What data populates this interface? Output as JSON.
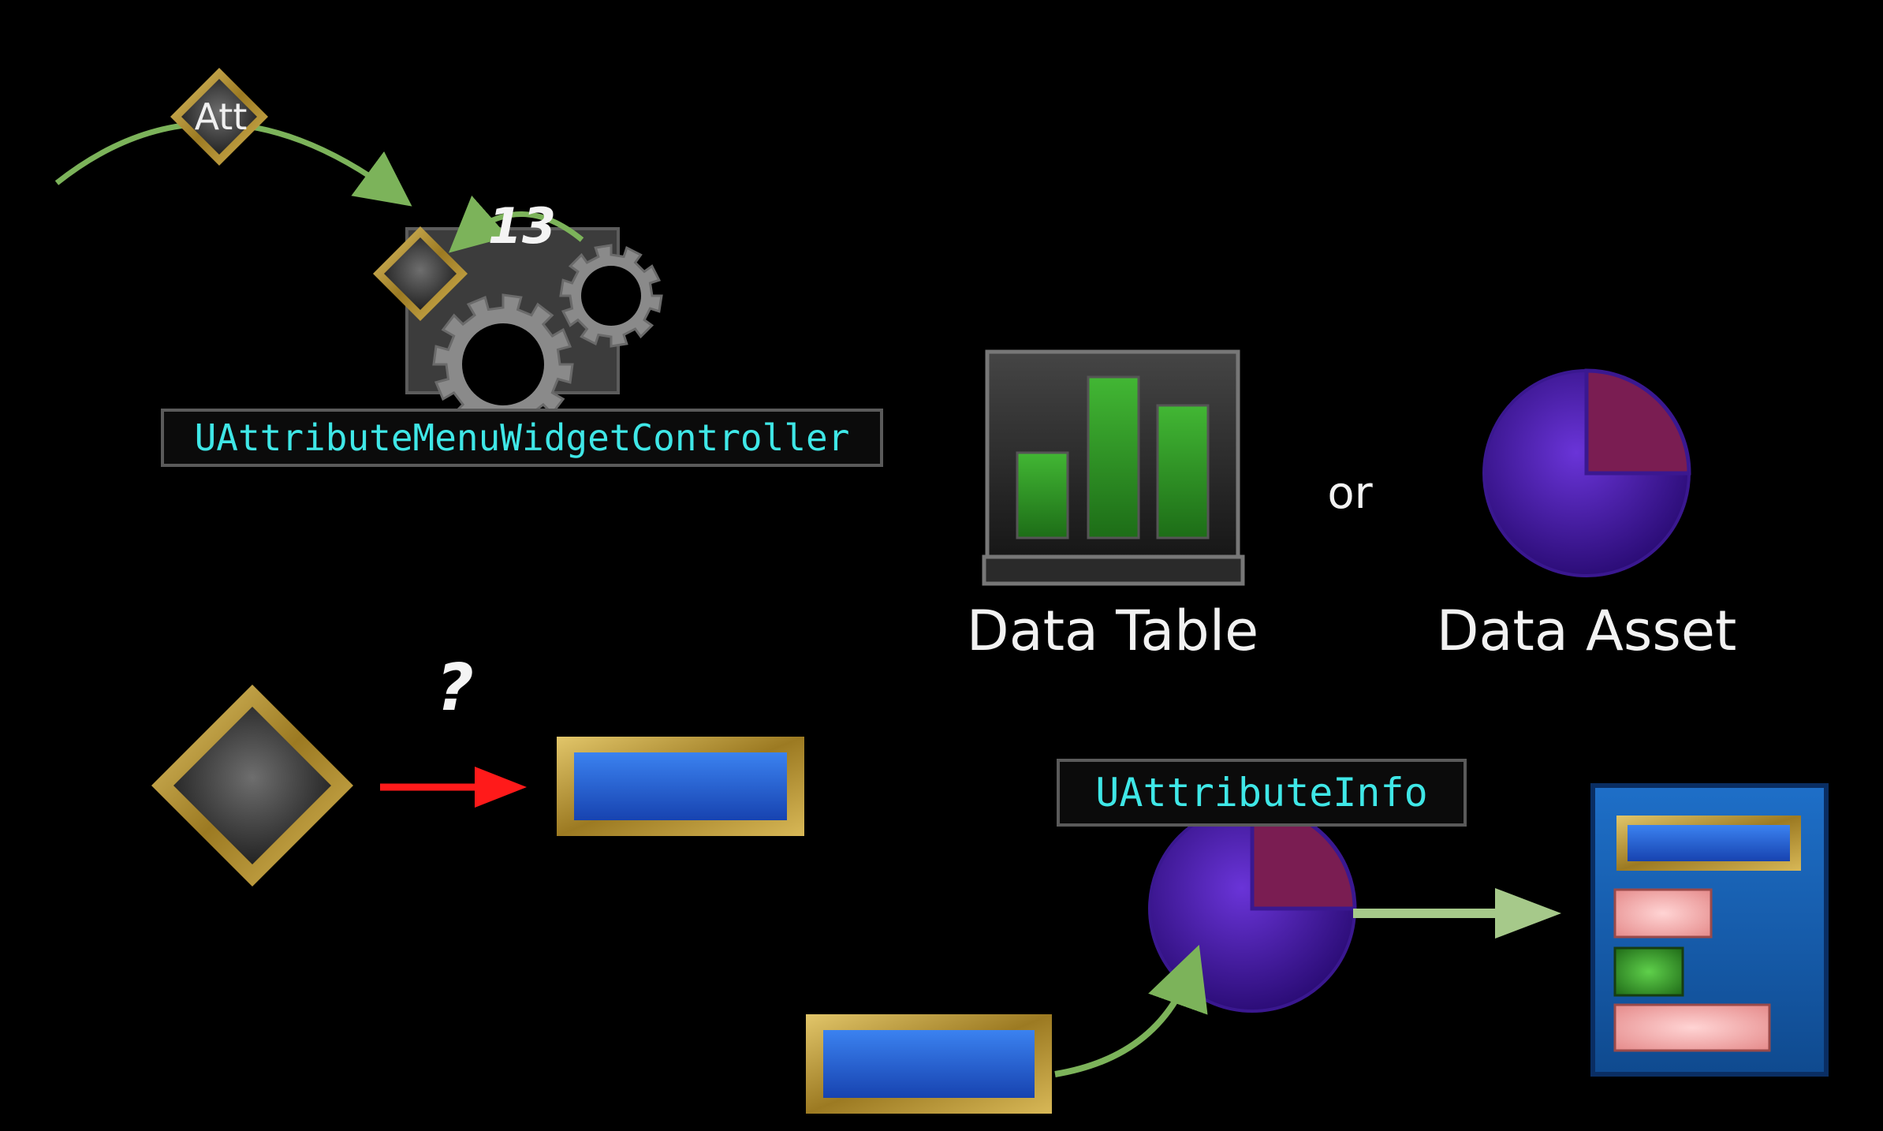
{
  "diagram": {
    "attribute_badge_text": "Att",
    "attribute_count": "13",
    "controller_label": "UAttributeMenuWidgetController",
    "question_mark": "?",
    "or_text": "or",
    "data_table_caption": "Data Table",
    "data_asset_caption": "Data Asset",
    "attribute_info_label": "UAttributeInfo"
  },
  "colors": {
    "background": "#000000",
    "code_text": "#3fe7e7",
    "gold_frame": "#b8962e",
    "blue_bar": "#1f5fd6",
    "green_arrow": "#7cb35a",
    "red_arrow": "#ff1a1a",
    "pie_purple": "#4a1da0",
    "pie_slice": "#7a1d52",
    "chart_green": "#2fa024"
  },
  "icons": [
    "diamond-attribute-icon",
    "gear-icon",
    "bar-chart-icon",
    "pie-chart-icon",
    "widget-panel-icon"
  ]
}
